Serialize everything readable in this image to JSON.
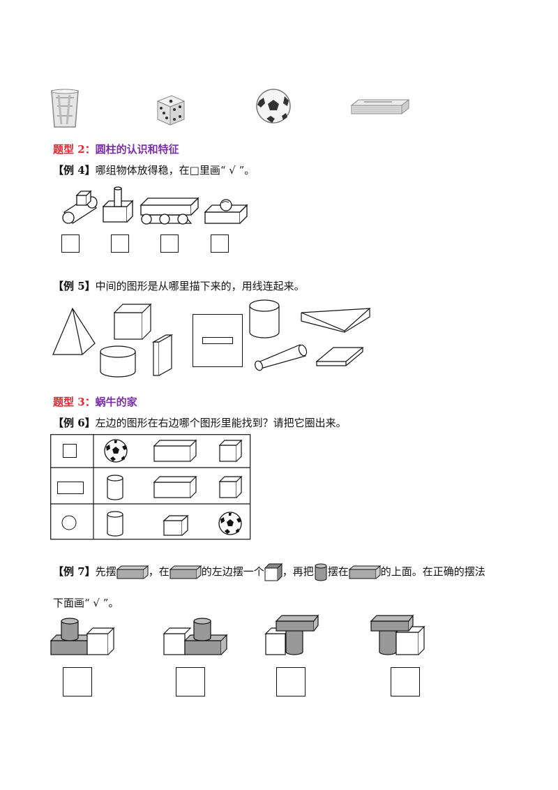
{
  "section2": {
    "title_prefix": "题型 2：",
    "title_text": "圆柱的认识和特征"
  },
  "ex4": {
    "label": "【例 4】",
    "text": "哪组物体放得稳，在□里画“ √ ”。"
  },
  "ex5": {
    "label": "【例 5】",
    "text": "中间的图形是从哪里描下来的，用线连起来。"
  },
  "section3": {
    "title_prefix": "题型 3：",
    "title_text": "蜗牛的家"
  },
  "ex6": {
    "label": "【例 6】",
    "text": "左边的图形在右边哪个图形里能找到？请把它圈出来。"
  },
  "ex7": {
    "label": "【例 7】",
    "t1": "先摆",
    "t2": "，在",
    "t3": "的左边摆一个",
    "t4": "，再把",
    "t5": "摆在",
    "t6": "的上面。在正确的摆法",
    "line2": "下面画“ √ ”。"
  }
}
